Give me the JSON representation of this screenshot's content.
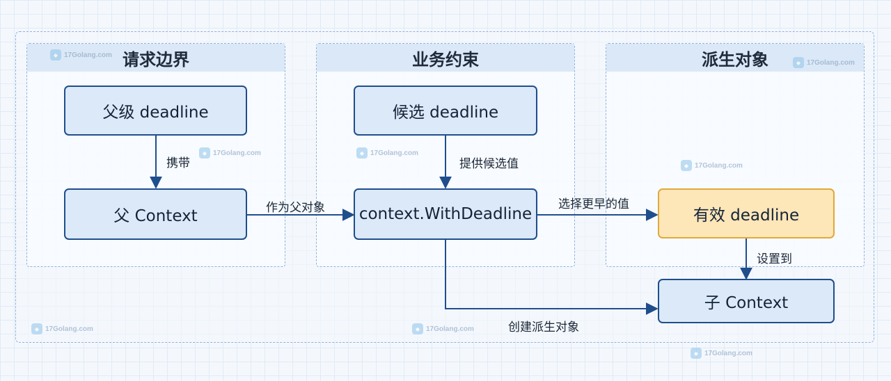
{
  "groups": {
    "request_boundary": "请求边界",
    "business_constraint": "业务约束",
    "derived_object": "派生对象"
  },
  "nodes": {
    "parent_deadline": "父级 deadline",
    "parent_context": "父 Context",
    "candidate_deadline": "候选 deadline",
    "with_deadline": "context.WithDeadline",
    "effective_deadline": "有效 deadline",
    "child_context": "子 Context"
  },
  "edges": {
    "carry": "携带",
    "as_parent": "作为父对象",
    "provide_candidate": "提供候选值",
    "choose_earlier": "选择更早的值",
    "set_to": "设置到",
    "create_derived": "创建派生对象"
  },
  "watermark": "17Golang.com",
  "colors": {
    "node_fill": "#dce9f8",
    "node_border": "#1f4e8c",
    "highlight_fill": "#fde6b8",
    "highlight_border": "#e0a93c",
    "arrow": "#1f4e8c"
  }
}
